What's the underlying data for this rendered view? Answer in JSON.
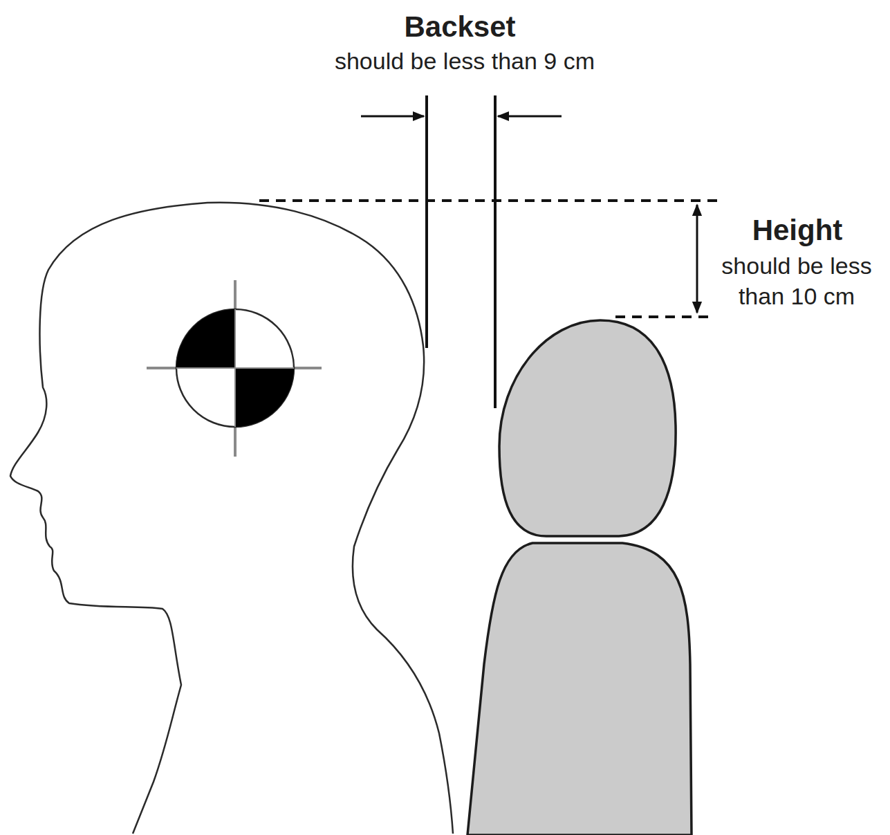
{
  "diagram": {
    "labels": [
      "Backset",
      "should be less than 9 cm",
      "Height",
      "should be less than 10 cm"
    ]
  }
}
